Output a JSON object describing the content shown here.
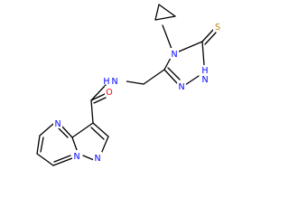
{
  "colors": {
    "carbon": "#000000",
    "nitrogen": "#0000ff",
    "oxygen": "#ff0000",
    "sulfur": "#b8860b"
  },
  "atoms": {
    "S": "S",
    "N_triazole_4": "N",
    "N_triazole_1": "N",
    "NH_triazole": "H",
    "N_triazole_NH": "N",
    "N_amide": "N",
    "H_amide": "H",
    "O_carbonyl": "O",
    "N_pyrimidine": "N",
    "N_bridge": "N",
    "N_pyrazole": "N"
  }
}
